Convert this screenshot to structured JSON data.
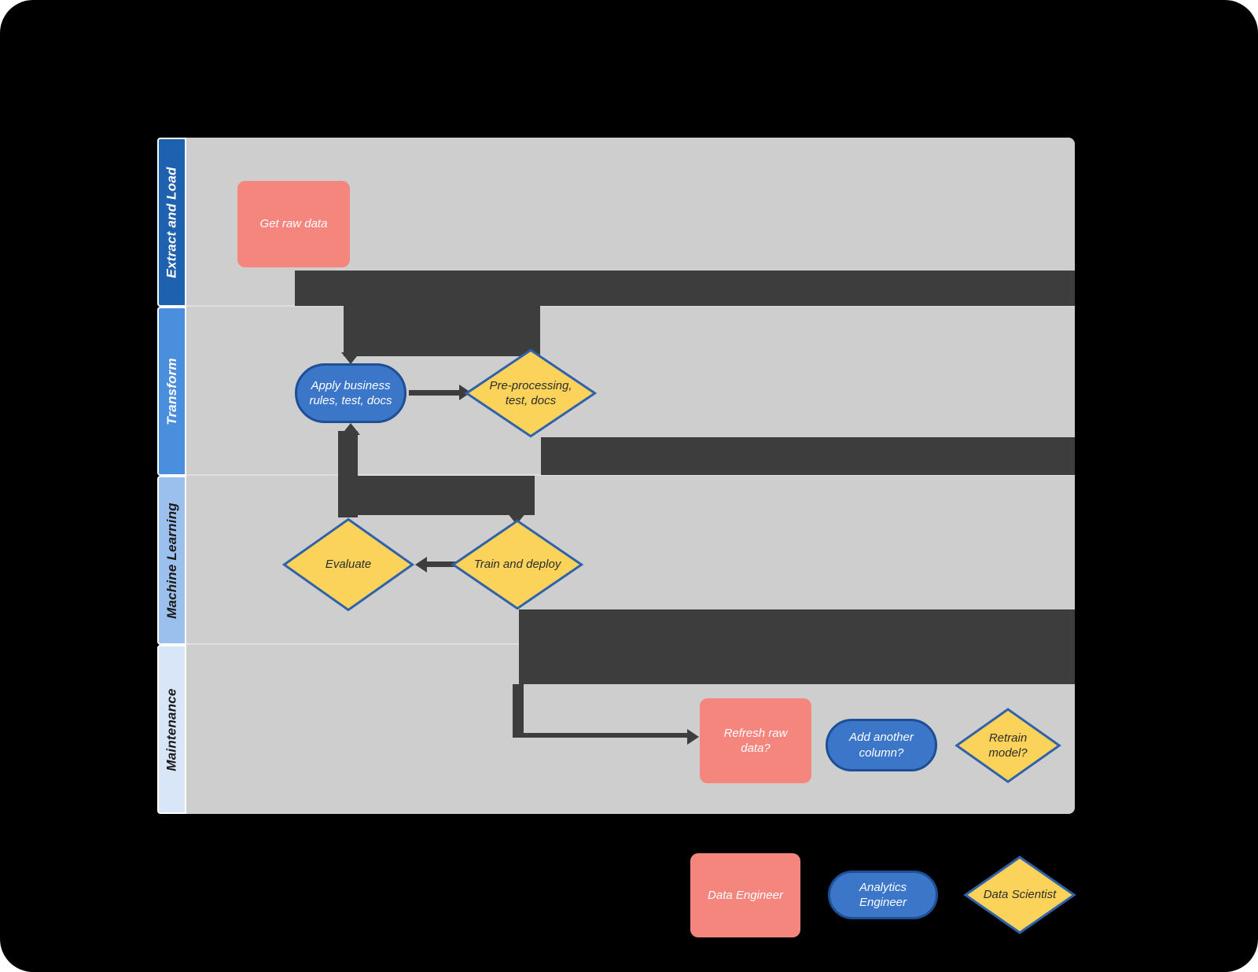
{
  "diagram": {
    "lanes": [
      {
        "label": "Extract and Load",
        "color": "#1e61ae",
        "text_color": "#ffffff"
      },
      {
        "label": "Transform",
        "color": "#4a8ede",
        "text_color": "#ffffff"
      },
      {
        "label": "Machine Learning",
        "color": "#9cc0ed",
        "text_color": "#1a1a1a"
      },
      {
        "label": "Maintenance",
        "color": "#d8e6f8",
        "text_color": "#1a1a1a"
      }
    ],
    "nodes": [
      {
        "id": "get-raw-data",
        "shape": "process",
        "lane": "Extract and Load",
        "label": "Get raw data"
      },
      {
        "id": "apply-business-rules",
        "shape": "terminator",
        "lane": "Transform",
        "label": "Apply business rules, test, docs"
      },
      {
        "id": "pre-processing",
        "shape": "decision",
        "lane": "Transform",
        "label": "Pre-processing, test, docs"
      },
      {
        "id": "evaluate",
        "shape": "decision",
        "lane": "Machine Learning",
        "label": "Evaluate"
      },
      {
        "id": "train-and-deploy",
        "shape": "decision",
        "lane": "Machine Learning",
        "label": "Train and deploy"
      },
      {
        "id": "refresh-raw-data",
        "shape": "process",
        "lane": "Maintenance",
        "label": "Refresh raw data?"
      },
      {
        "id": "add-another-column",
        "shape": "terminator",
        "lane": "Maintenance",
        "label": "Add another column?"
      },
      {
        "id": "retrain-model",
        "shape": "decision",
        "lane": "Maintenance",
        "label": "Retrain model?"
      }
    ],
    "connector_ellipsis": "...",
    "legend": [
      {
        "shape": "process",
        "label": "Data Engineer"
      },
      {
        "shape": "terminator",
        "label": "Analytics Engineer"
      },
      {
        "shape": "decision",
        "label": "Data Scientist"
      }
    ],
    "palette": {
      "canvas": "#000000",
      "lane_body": "#cecece",
      "connector": "#3d3d3d",
      "process_fill": "#f4867e",
      "terminator_fill": "#3b76c8",
      "terminator_stroke": "#1e4e96",
      "decision_fill": "#fbd35b",
      "decision_stroke": "#2f62ab"
    }
  }
}
